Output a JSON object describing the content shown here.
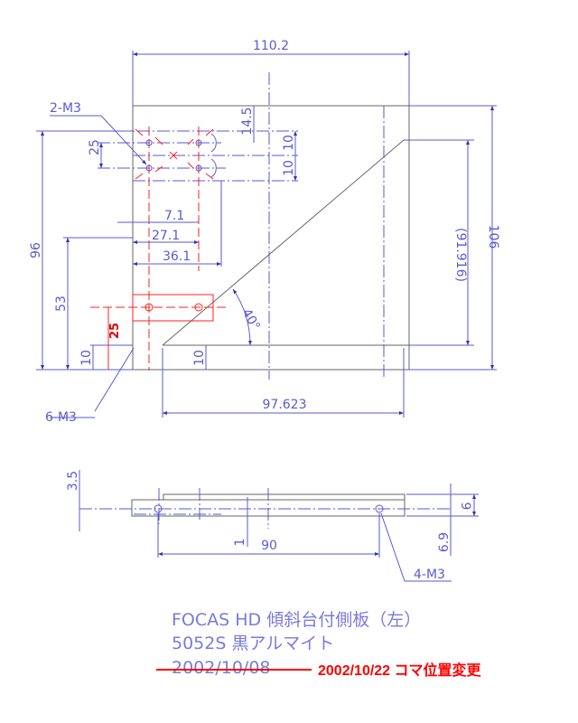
{
  "drawing": {
    "front_view": {
      "dimensions": {
        "width": "110.2",
        "hole_callout": "2-M3",
        "hole_pitch_v": "25",
        "top_offset": "14.5",
        "upper_10": "10",
        "lower_10": "10",
        "dim_7_1": "7.1",
        "dim_27_1": "27.1",
        "dim_36_1": "36.1",
        "height_96": "96",
        "height_106": "106",
        "ref_height": "(91.916)",
        "height_53": "53",
        "red_25": "25",
        "left_10": "10",
        "mid_10": "10",
        "angle": "40°",
        "bottom_callout": "6-M3",
        "base_length": "97.623"
      }
    },
    "side_view": {
      "dimensions": {
        "dim_3_5": "3.5",
        "dim_1": "1",
        "pitch_90": "90",
        "thickness_9": "9",
        "dim_6_9": "6.9",
        "hole_callout": "4-M3"
      }
    },
    "title_block": {
      "line1": "FOCAS HD 傾斜台付側板（左）",
      "line2": "5052S 黒アルマイト",
      "old_date": "2002/10/08",
      "revision": "2002/10/22 コマ位置変更"
    },
    "colors": {
      "dimension": "#5a5ad0",
      "outline": "#666666",
      "revision": "#ff0000"
    }
  }
}
